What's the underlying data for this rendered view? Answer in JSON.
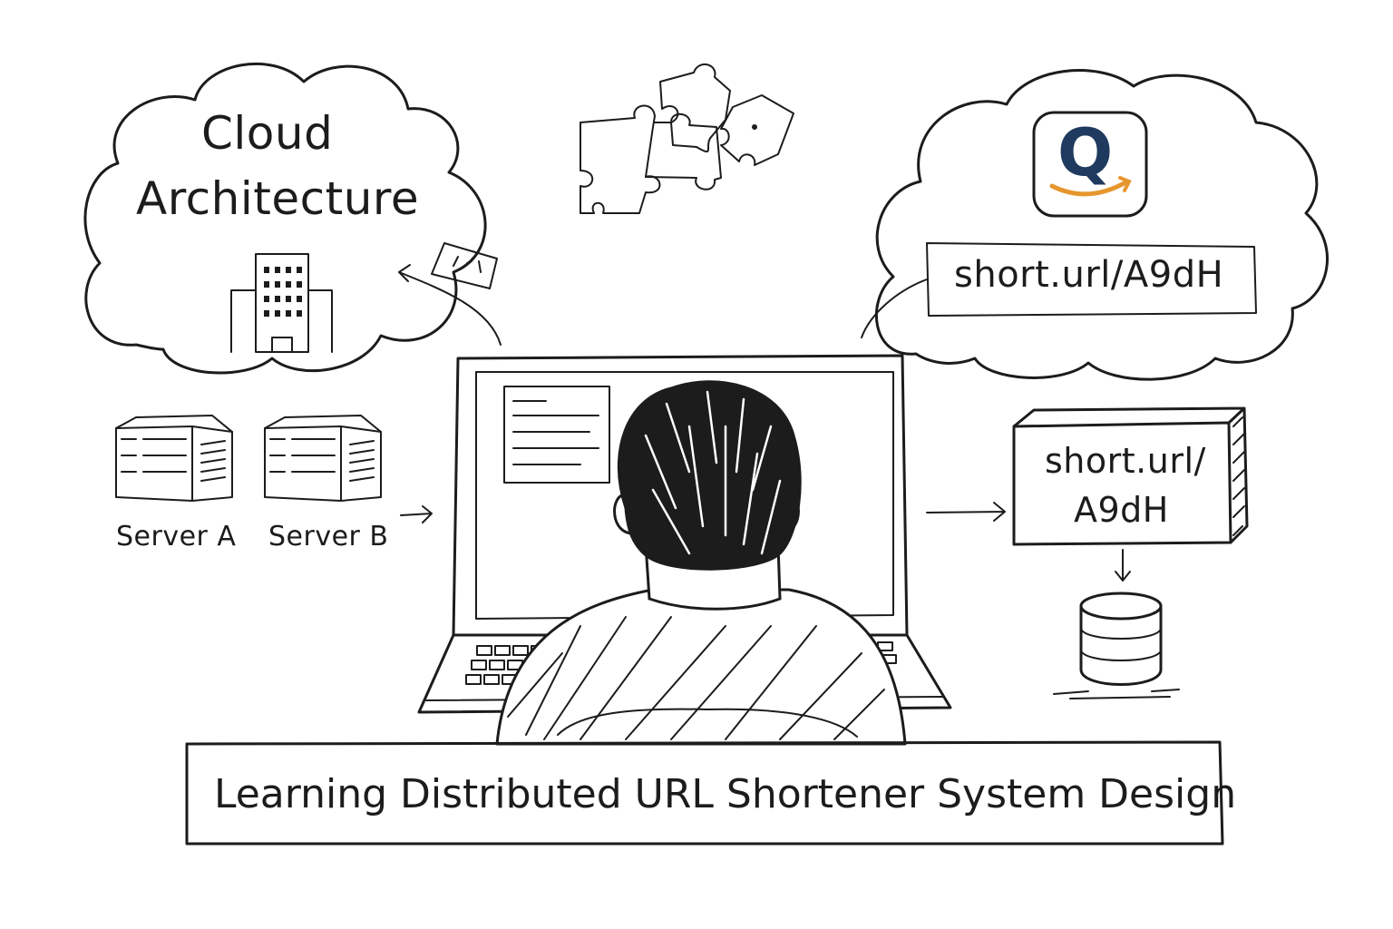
{
  "cloud_left": {
    "title_line1": "Cloud",
    "title_line2": "Architecture"
  },
  "servers": [
    {
      "label": "Server A"
    },
    {
      "label": "Server B"
    }
  ],
  "cloud_right": {
    "short_url": "short.url/A9dH",
    "logo_letter": "Q"
  },
  "storage_box": {
    "line1": "short.url/",
    "line2": "A9dH"
  },
  "banner": {
    "title": "Learning Distributed URL Shortener System Design"
  },
  "colors": {
    "ink": "#1c1c1c",
    "logo_navy": "#1f3a5f",
    "logo_orange": "#e6962e",
    "background": "#ffffff"
  }
}
